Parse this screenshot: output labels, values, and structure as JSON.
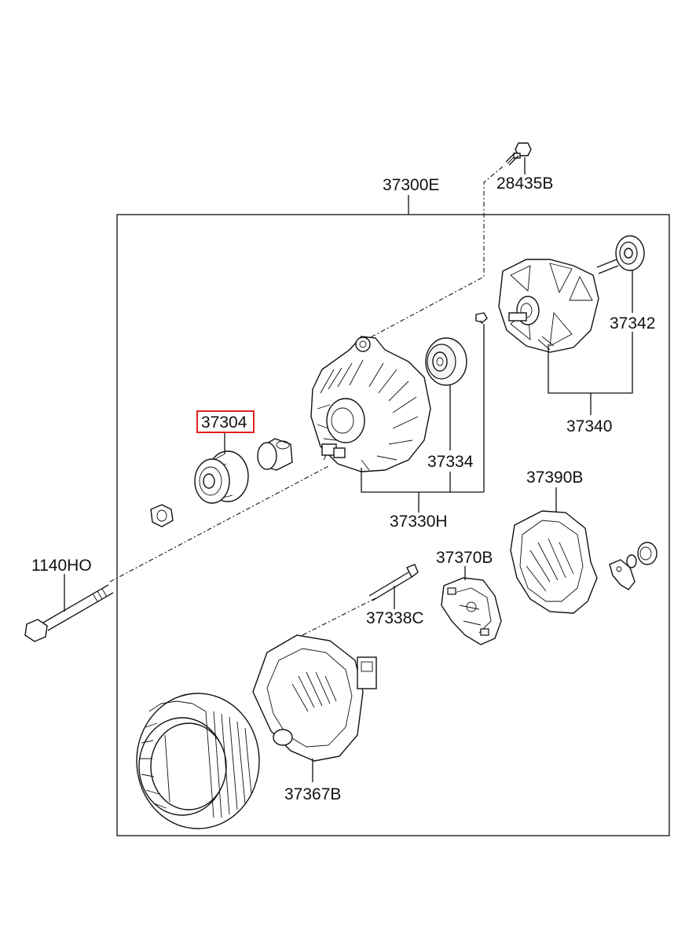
{
  "diagram": {
    "colors": {
      "line": "#111111",
      "highlight": "#e02020",
      "background": "#ffffff"
    },
    "labels": {
      "p28435B": "28435B",
      "p37300E": "37300E",
      "p37342": "37342",
      "p37340": "37340",
      "p37304": "37304",
      "p37334": "37334",
      "p37390B": "37390B",
      "p37330H": "37330H",
      "p1140HO": "1140HO",
      "p37370B": "37370B",
      "p37338C": "37338C",
      "p37367B": "37367B"
    },
    "highlighted_part": "37304"
  }
}
